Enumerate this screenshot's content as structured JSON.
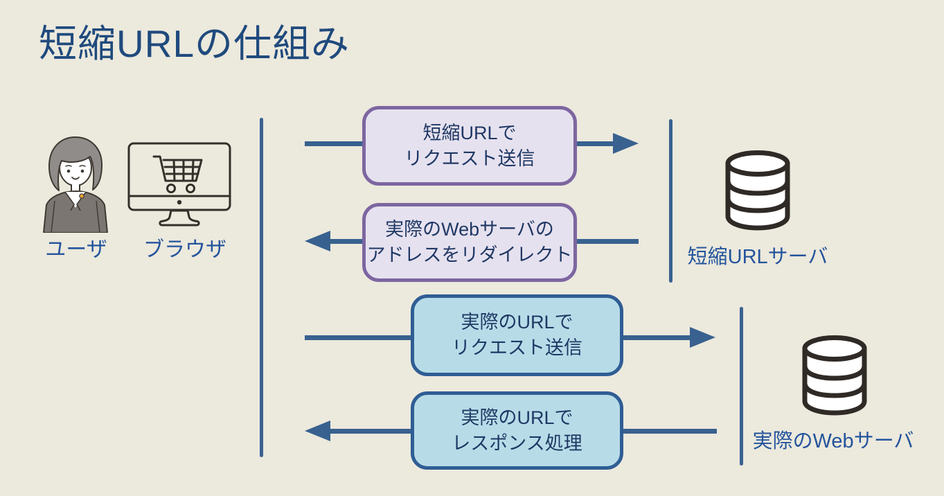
{
  "title": "短縮URLの仕組み",
  "actors": {
    "user_label": "ユーザ",
    "browser_label": "ブラウザ"
  },
  "servers": {
    "short_url_label": "短縮URLサーバ",
    "web_label": "実際のWebサーバ"
  },
  "messages": [
    {
      "line1": "短縮URLで",
      "line2": "リクエスト送信",
      "direction": "right",
      "style": "purple"
    },
    {
      "line1": "実際のWebサーバの",
      "line2": "アドレスをリダイレクト",
      "direction": "left",
      "style": "purple"
    },
    {
      "line1": "実際のURLで",
      "line2": "リクエスト送信",
      "direction": "right",
      "style": "blue"
    },
    {
      "line1": "実際のURLで",
      "line2": "レスポンス処理",
      "direction": "left",
      "style": "blue"
    }
  ],
  "icons": {
    "user": "person-icon",
    "browser": "monitor-shopping-cart-icon",
    "short_url_server": "database-icon",
    "web_server": "database-icon"
  },
  "colors": {
    "background": "#ece9dd",
    "title_text": "#1f4a7d",
    "label_text": "#24549c",
    "box_text": "#1f3864",
    "arrow": "#38618f",
    "purple_border": "#7d66a0",
    "purple_fill": "#e6e1ef",
    "blue_border": "#2f5d94",
    "blue_fill": "#b7dce8",
    "icon_outline": "#2f2a26"
  }
}
